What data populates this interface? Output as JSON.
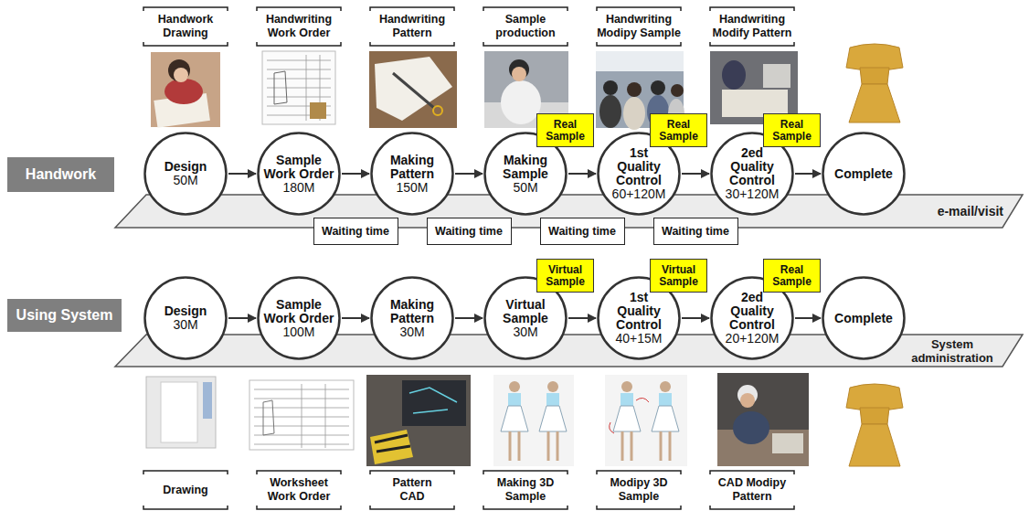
{
  "diagram": {
    "nodes": [
      {
        "text": [
          "Handwork"
        ]
      },
      {
        "text": [
          "Design",
          "50M"
        ]
      },
      {
        "text": [
          "Sample Work Order",
          "180M"
        ]
      },
      {
        "text": [
          "Making Pattern",
          "150M"
        ]
      },
      {
        "text": [
          "Making Sample",
          "50M"
        ]
      },
      {
        "text": [
          "1st Quality Control",
          "60+120M"
        ]
      },
      {
        "text": [
          "2ed Quality Control",
          "30+120M"
        ]
      },
      {
        "text": [
          "Complete"
        ]
      },
      {
        "text": [
          "e-mail/visit"
        ]
      },
      {
        "text": [
          "Waiting time"
        ]
      },
      {
        "text": [
          "Waiting time"
        ]
      },
      {
        "text": [
          "Waiting time"
        ]
      },
      {
        "text": [
          "Waiting time"
        ]
      },
      {
        "text": [
          "Real Sample"
        ]
      },
      {
        "text": [
          "Real Sample"
        ]
      },
      {
        "text": [
          "Real Sample"
        ]
      },
      {
        "text": [
          "Using System"
        ]
      },
      {
        "text": [
          "Design",
          "30M"
        ]
      },
      {
        "text": [
          "Sample Work Order",
          "100M"
        ]
      },
      {
        "text": [
          "Making Pattern",
          "30M"
        ]
      },
      {
        "text": [
          "Virtual Sample",
          "30M"
        ]
      },
      {
        "text": [
          "1st Quality Control",
          "40+15M"
        ]
      },
      {
        "text": [
          "2ed Quality Control",
          "20+120M"
        ]
      },
      {
        "text": [
          "Complete"
        ]
      },
      {
        "text": [
          "System administration"
        ]
      },
      {
        "text": [
          "Virtual Sample"
        ]
      },
      {
        "text": [
          "Virtual Sample"
        ]
      },
      {
        "text": [
          "Real Sample"
        ]
      }
    ],
    "edges": [
      {
        "from": 1,
        "to": 2,
        "arrow": "to"
      },
      {
        "from": 2,
        "to": 3,
        "arrow": "to"
      },
      {
        "from": 3,
        "to": 4,
        "arrow": "to"
      },
      {
        "from": 4,
        "to": 5,
        "arrow": "to"
      },
      {
        "from": 5,
        "to": 6,
        "arrow": "to"
      },
      {
        "from": 6,
        "to": 7,
        "arrow": "to"
      },
      {
        "from": 17,
        "to": 18,
        "arrow": "to"
      },
      {
        "from": 18,
        "to": 19,
        "arrow": "to"
      },
      {
        "from": 19,
        "to": 20,
        "arrow": "to"
      },
      {
        "from": 20,
        "to": 21,
        "arrow": "to"
      },
      {
        "from": 21,
        "to": 22,
        "arrow": "to"
      },
      {
        "from": 22,
        "to": 23,
        "arrow": "to"
      }
    ],
    "labels": [
      "Handwork Drawing",
      "Handwriting Work Order",
      "Handwriting Pattern",
      "Sample production",
      "Handwriting Modipy Sample",
      "Handwriting Modify Pattern",
      "Drawing",
      "Worksheet Work Order",
      "Pattern CAD",
      "Making 3D Sample",
      "Modipy 3D Sample",
      "CAD Modipy Pattern"
    ]
  }
}
